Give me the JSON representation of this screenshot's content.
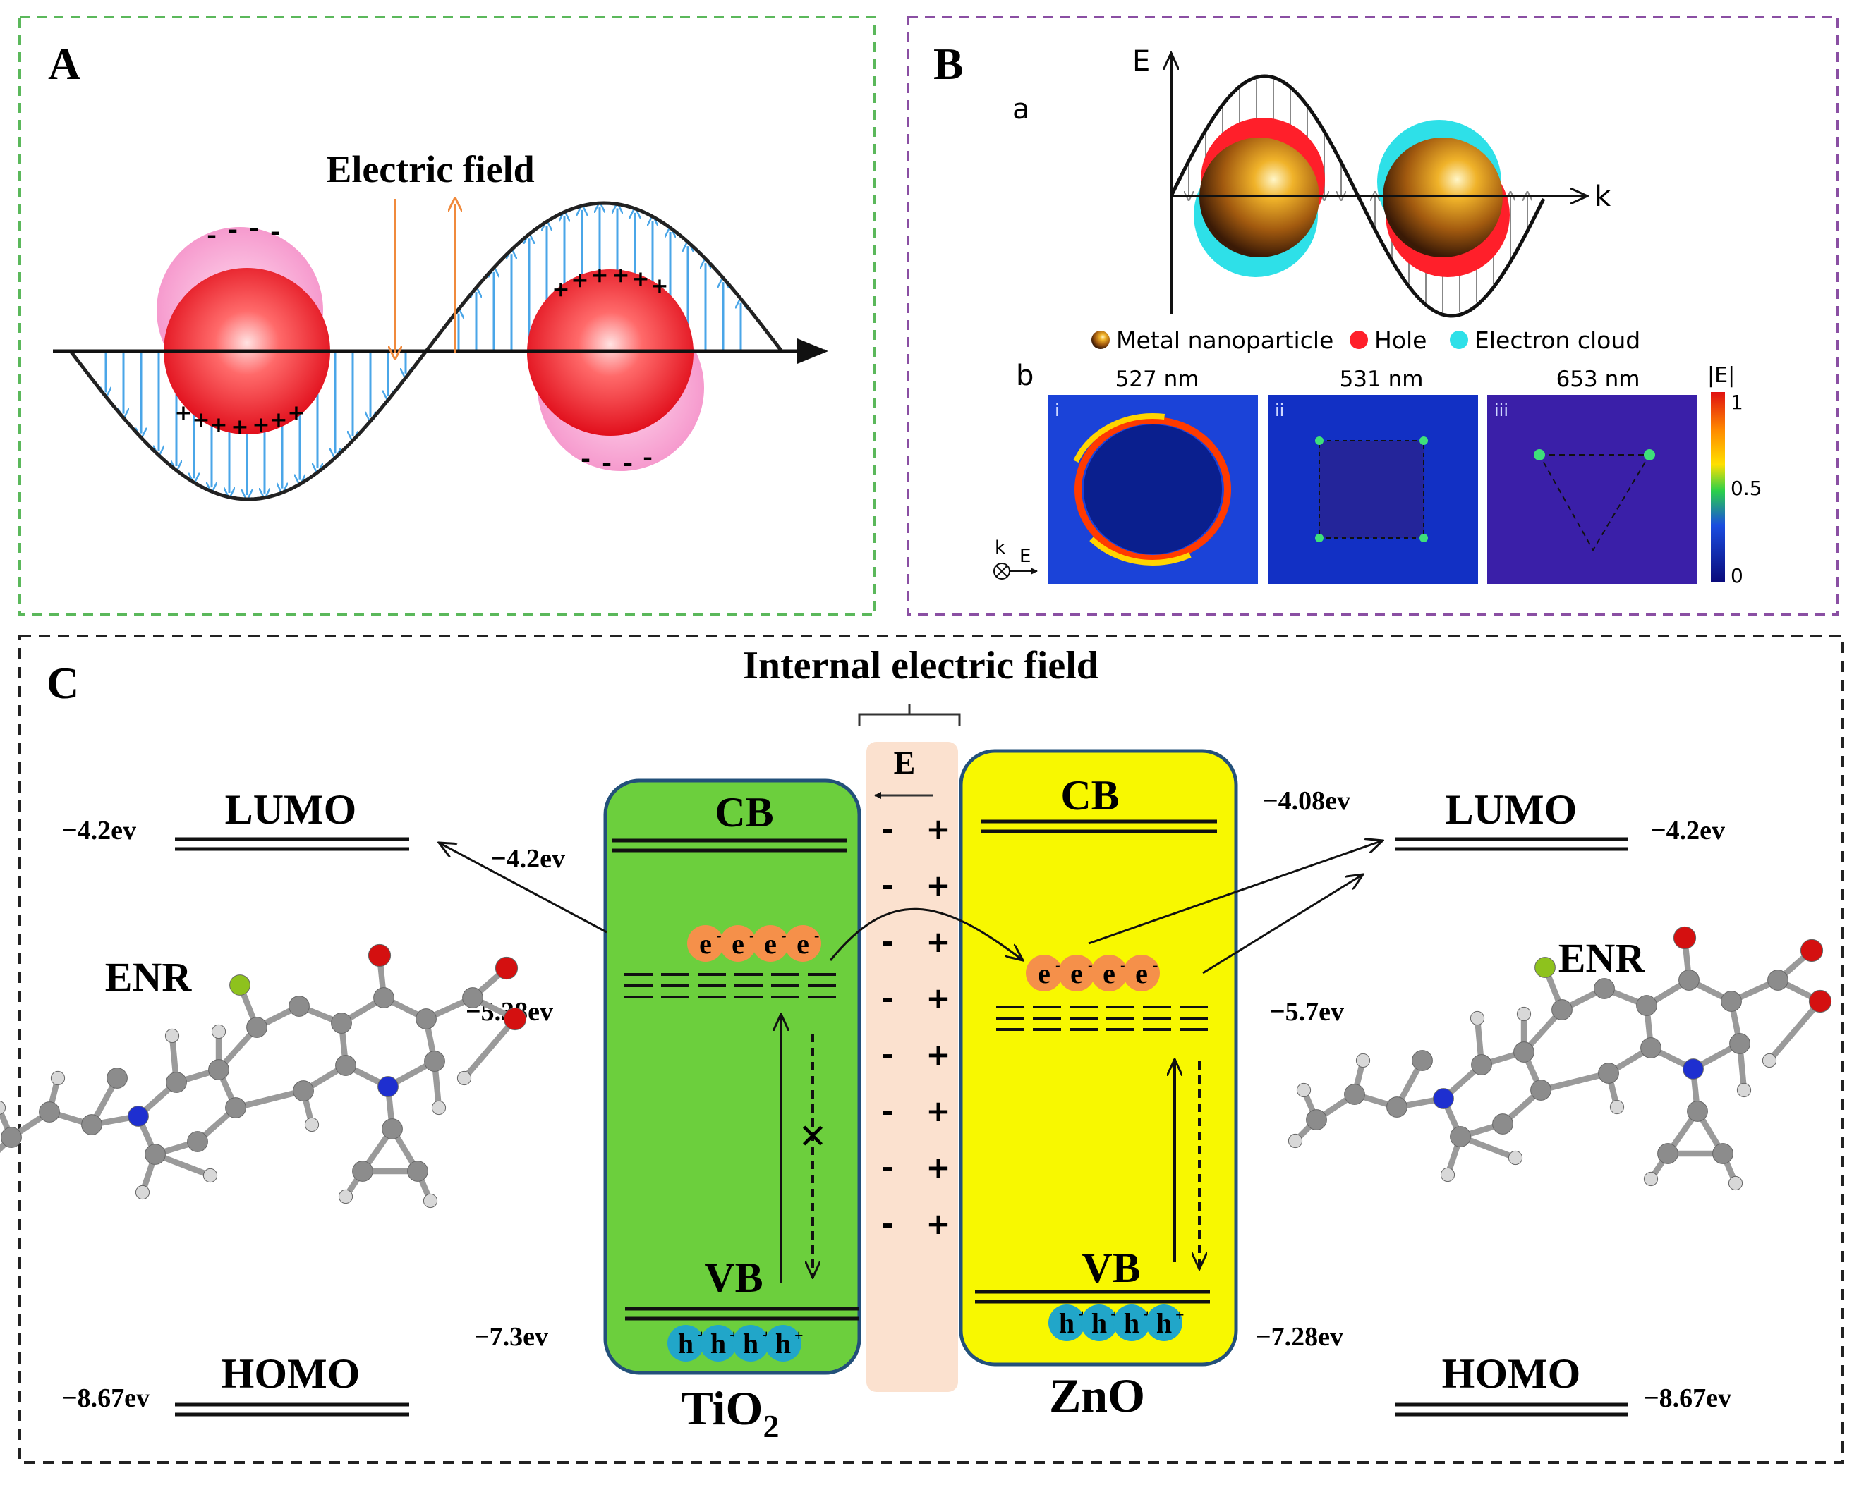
{
  "panel_a": {
    "letter": "A",
    "title": "Electric field",
    "charge_pos": "+",
    "charge_neg": "-"
  },
  "panel_b": {
    "letter": "B",
    "sub_a": "a",
    "sub_b": "b",
    "axis_e": "E",
    "axis_k": "k",
    "legend": {
      "metal": "Metal nanoparticle",
      "hole": "Hole",
      "electron": "Electron cloud"
    },
    "maps": [
      {
        "roman": "i",
        "wavelength": "527 nm"
      },
      {
        "roman": "ii",
        "wavelength": "531 nm"
      },
      {
        "roman": "iii",
        "wavelength": "653 nm"
      }
    ],
    "colorbar": {
      "label": "|E|",
      "max": "1",
      "mid": "0.5",
      "min": "0"
    },
    "kvec": {
      "k": "k",
      "e": "E"
    }
  },
  "panel_c": {
    "letter": "C",
    "title": "Internal electric field",
    "e_label": "E",
    "left": {
      "lumo_label": "LUMO",
      "lumo_value": "−4.2ev",
      "homo_label": "HOMO",
      "homo_value": "−8.67ev",
      "molecule_label": "ENR"
    },
    "right": {
      "lumo_label": "LUMO",
      "lumo_value": "−4.2ev",
      "homo_label": "HOMO",
      "homo_value": "−8.67ev",
      "molecule_label": "ENR"
    },
    "tio2": {
      "cb": "CB",
      "vb": "VB",
      "name_main": "TiO",
      "name_sub": "2",
      "cb_value": "−4.2ev",
      "trap_value": "−5.38ev",
      "vb_value": "−7.3ev",
      "electron": "e",
      "hole": "h",
      "color": "#6ccf3d"
    },
    "zno": {
      "cb": "CB",
      "vb": "VB",
      "name": "ZnO",
      "cb_value": "−4.08ev",
      "trap_value": "−5.7ev",
      "vb_value": "−7.28ev",
      "electron": "e",
      "hole": "h",
      "color": "#f8f800"
    },
    "junction_minus": "-",
    "junction_plus": "+"
  },
  "colors": {
    "panel_a_border": "#5bb85b",
    "panel_b_border": "#8a4fa3",
    "panel_c_border": "#222222",
    "field_arrow": "#4aa6e8",
    "orange_arrow": "#f08a3c",
    "electron_dot": "#f5904a",
    "hole_dot": "#21a6c9",
    "junction": "#fbe1cf"
  }
}
